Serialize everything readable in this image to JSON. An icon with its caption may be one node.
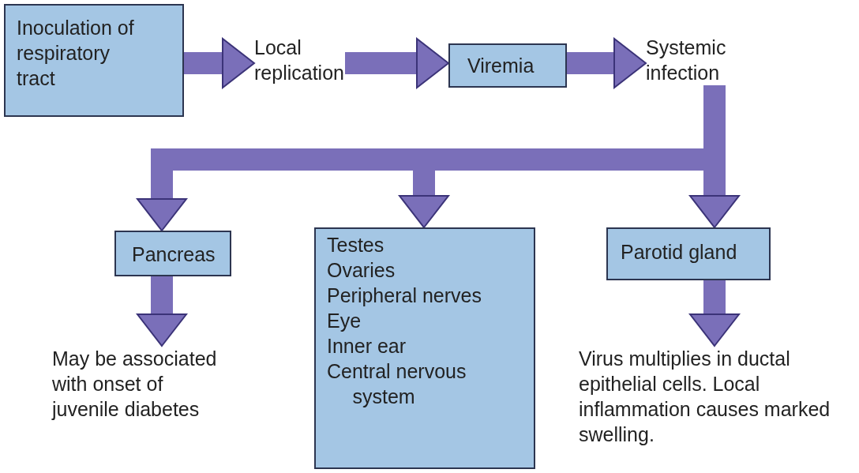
{
  "diagram": {
    "nodes": [
      {
        "text": [
          "Inoculation of respiratory tract"
        ]
      },
      {
        "text": [
          "Local replication"
        ]
      },
      {
        "text": [
          "Viremia"
        ]
      },
      {
        "text": [
          "Systemic infection"
        ]
      },
      {
        "text": [
          "Pancreas"
        ]
      },
      {
        "text": [
          "Testes",
          "Ovaries",
          "Peripheral nerves",
          "Eye",
          "Inner ear",
          "Central nervous system"
        ]
      },
      {
        "text": [
          "Parotid gland"
        ]
      },
      {
        "text": [
          "May be associated with onset of juvenile diabetes"
        ]
      },
      {
        "text": [
          "Virus multiplies in ductal epithelial cells. Local inflammation causes marked swelling."
        ]
      }
    ],
    "edges": [
      {
        "from": 0,
        "to": 1,
        "arrow": "to"
      },
      {
        "from": 1,
        "to": 2,
        "arrow": "to"
      },
      {
        "from": 2,
        "to": 3,
        "arrow": "to"
      },
      {
        "from": 3,
        "to": 4,
        "arrow": "to"
      },
      {
        "from": 3,
        "to": 5,
        "arrow": "to"
      },
      {
        "from": 3,
        "to": 6,
        "arrow": "to"
      },
      {
        "from": 4,
        "to": 7,
        "arrow": "to"
      },
      {
        "from": 6,
        "to": 8,
        "arrow": "to"
      }
    ]
  }
}
